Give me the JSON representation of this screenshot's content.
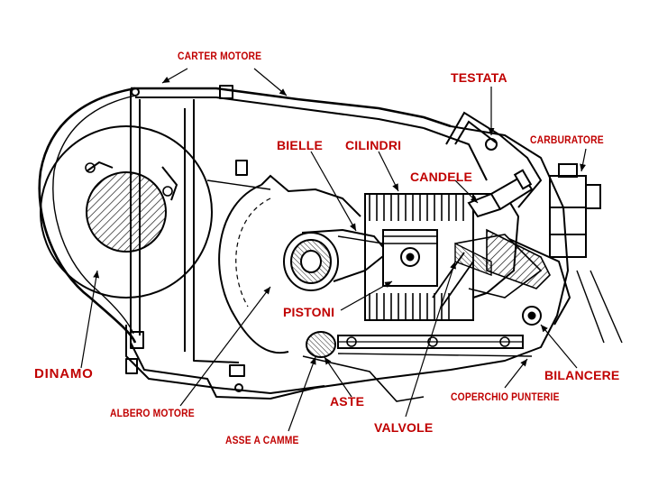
{
  "diagram": {
    "labels": {
      "carter_motore": "CARTER MOTORE",
      "testata": "TESTATA",
      "bielle": "BIELLE",
      "cilindri": "CILINDRI",
      "carburatore": "CARBURATORE",
      "candele": "CANDELE",
      "pistoni": "PISTONI",
      "dinamo": "DINAMO",
      "bilancere": "BILANCERE",
      "albero_motore": "ALBERO MOTORE",
      "aste": "ASTE",
      "coperchio_punterie": "COPERCHIO PUNTERIE",
      "valvole": "VALVOLE",
      "asse_a_camme": "ASSE A CAMME"
    },
    "colors": {
      "label": "#c00000",
      "line": "#000000",
      "background": "#ffffff"
    }
  }
}
